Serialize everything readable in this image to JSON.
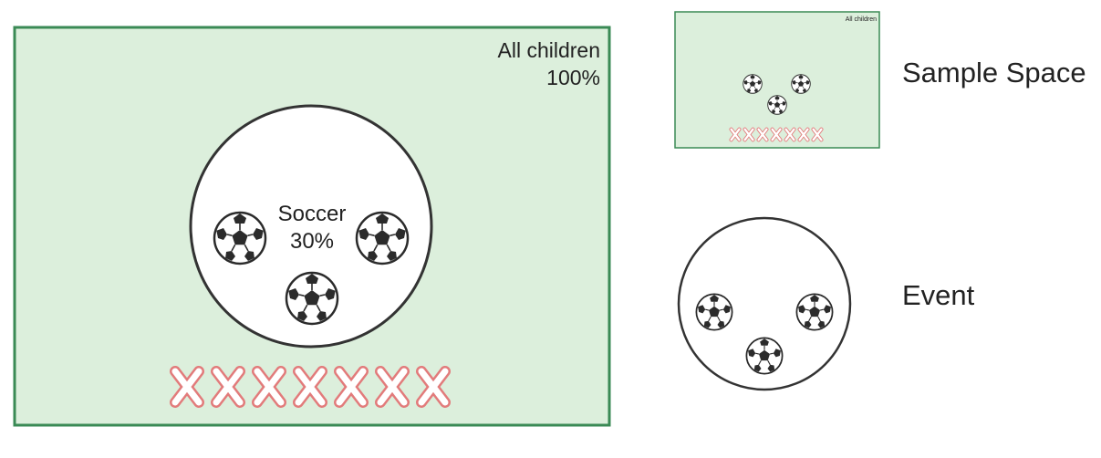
{
  "main_diagram": {
    "region_label": "All children",
    "region_pct": "100%",
    "circle_label": "Soccer",
    "circle_pct": "30%",
    "ball_count": 3,
    "x_count": 7,
    "icon": "soccer-ball-icon",
    "x_icon": "x-mark-icon"
  },
  "thumbnail": {
    "region_label": "All children",
    "ball_count": 3,
    "x_count": 7
  },
  "labels": {
    "sample_space": "Sample Space",
    "event": "Event"
  },
  "colors": {
    "region_fill": "#dcefdc",
    "region_border": "#3a8a55",
    "circle_border": "#333333",
    "x_fill": "#ffffff",
    "x_stroke": "#e07a7a"
  }
}
